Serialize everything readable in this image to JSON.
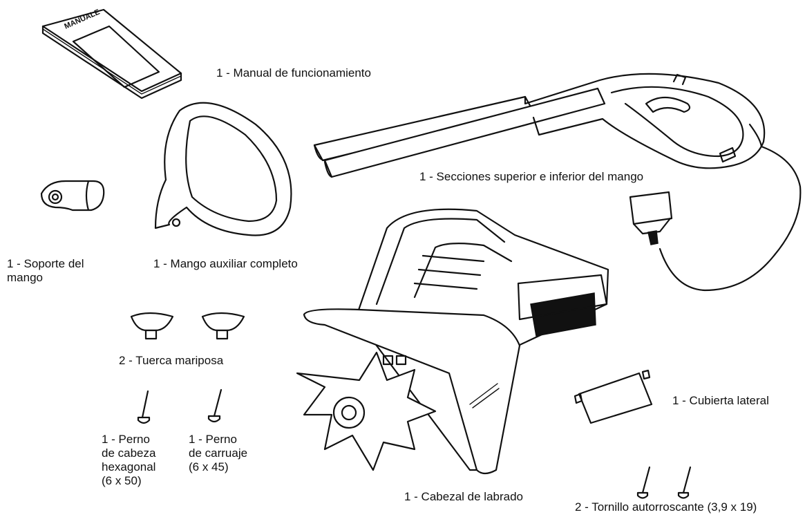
{
  "manual": {
    "cover_text": "MANUALE",
    "label": "1 - Manual de funcionamiento"
  },
  "handle_sections": {
    "label": "1 - Secciones superior e inferior del mango"
  },
  "handle_bracket": {
    "label": "1 - Soporte del\nmango"
  },
  "aux_handle": {
    "label": "1 - Mango auxiliar completo"
  },
  "wing_nut": {
    "label": "2 - Tuerca mariposa"
  },
  "hex_bolt": {
    "label": "1 - Perno\nde cabeza\nhexagonal\n(6 x 50)"
  },
  "carriage_bolt": {
    "label": "1 - Perno\nde carruaje\n(6 x 45)"
  },
  "tiller_head": {
    "label": "1 - Cabezal de labrado"
  },
  "side_cover": {
    "label": "1 - Cubierta lateral"
  },
  "self_tapping_screw": {
    "label": "2 - Tornillo autorroscante (3,9 x 19)"
  }
}
